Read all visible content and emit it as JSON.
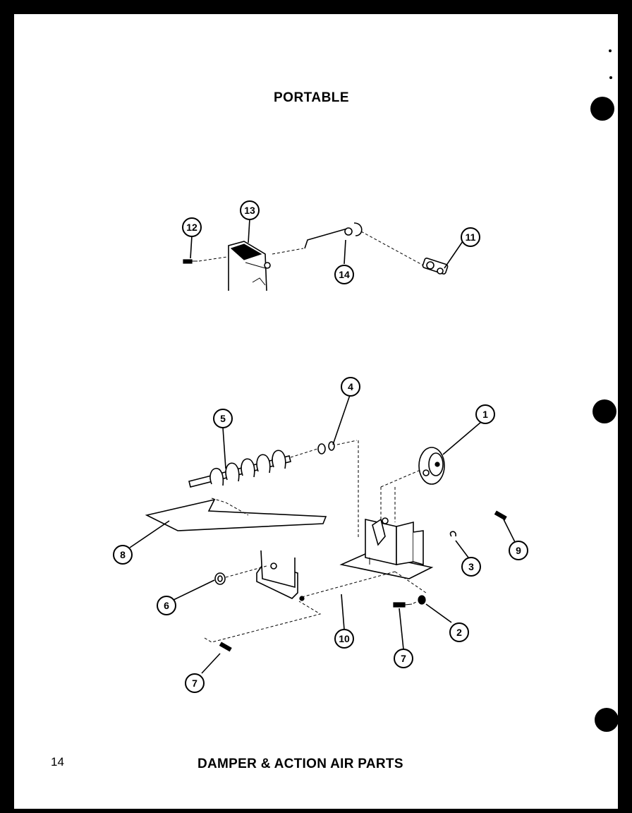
{
  "header": {
    "title": "PORTABLE"
  },
  "footer": {
    "title": "DAMPER & ACTION AIR PARTS",
    "page_number": "14"
  },
  "callouts": [
    "1",
    "2",
    "3",
    "4",
    "5",
    "6",
    "7",
    "7",
    "8",
    "9",
    "10",
    "11",
    "12",
    "13",
    "14"
  ]
}
